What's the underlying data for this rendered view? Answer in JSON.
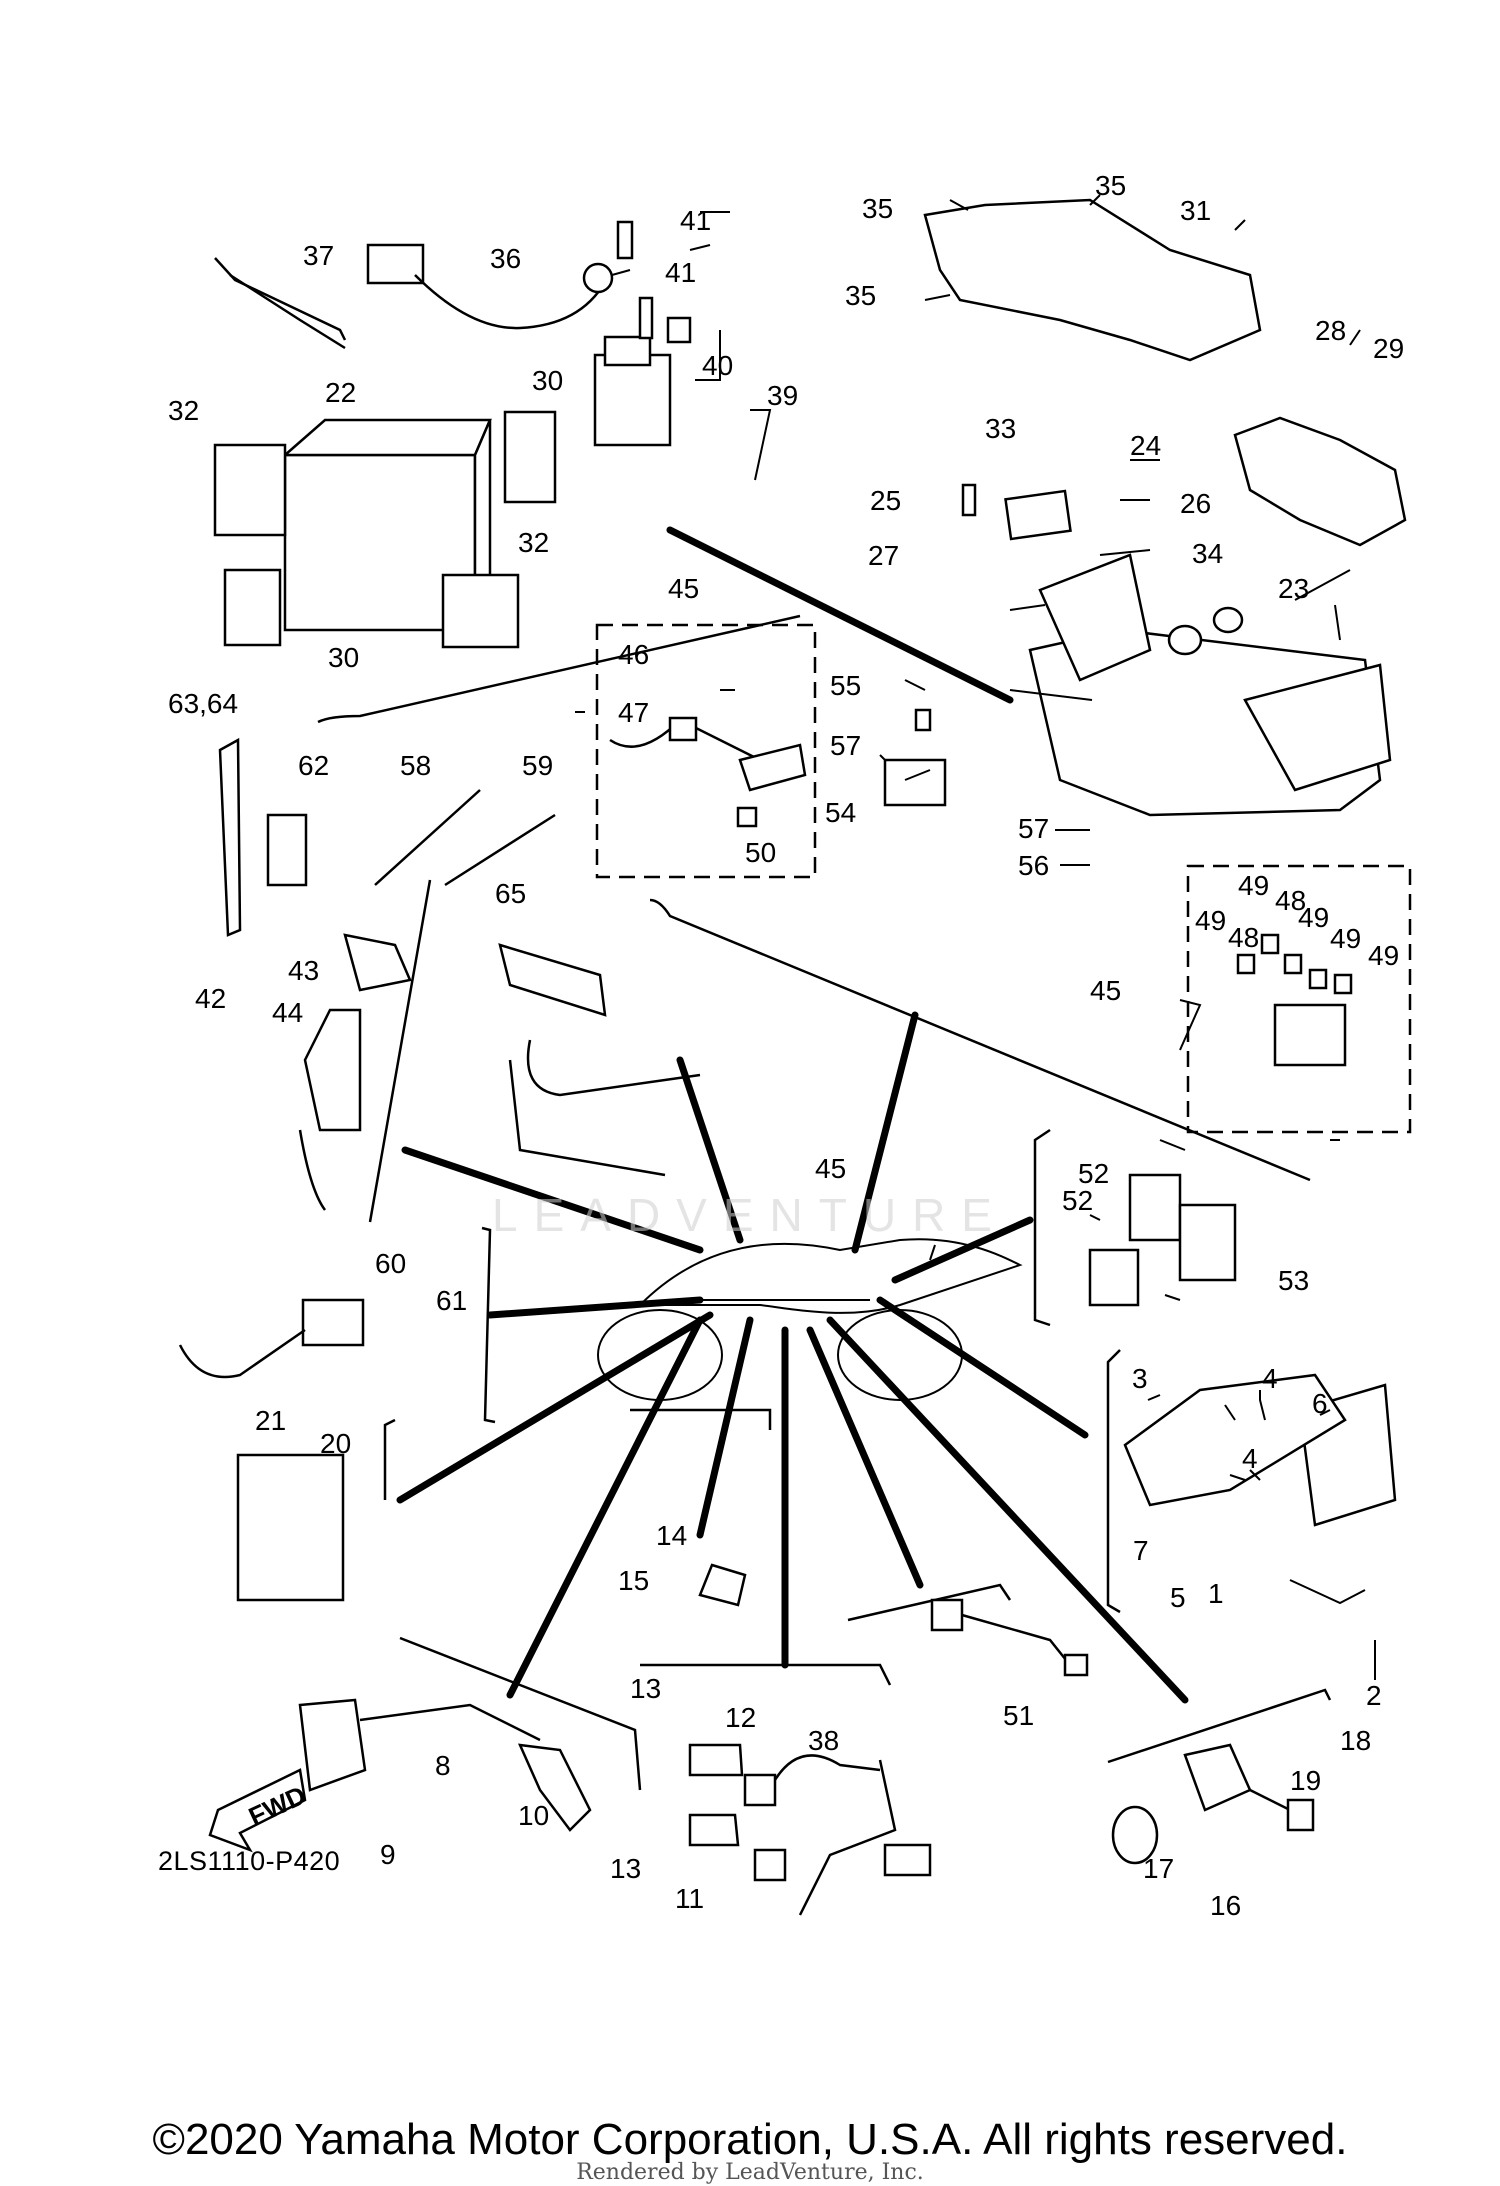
{
  "diagram_code": "2LS1110-P420",
  "copyright": "©2020 Yamaha Motor Corporation, U.S.A. All rights reserved.",
  "rendered_by": "Rendered by LeadVenture, Inc.",
  "watermark": "LEADVENTURE",
  "fwd_label": "FWD",
  "callouts": [
    "1",
    "2",
    "3",
    "4",
    "5",
    "6",
    "7",
    "8",
    "9",
    "10",
    "11",
    "12",
    "13",
    "14",
    "15",
    "16",
    "17",
    "18",
    "19",
    "20",
    "21",
    "22",
    "23",
    "24",
    "25",
    "26",
    "27",
    "28",
    "29",
    "30",
    "31",
    "32",
    "33",
    "34",
    "35",
    "36",
    "37",
    "38",
    "39",
    "40",
    "41",
    "42",
    "43",
    "44",
    "45",
    "46",
    "47",
    "48",
    "49",
    "50",
    "51",
    "52",
    "53",
    "54",
    "55",
    "56",
    "57",
    "58",
    "59",
    "60",
    "61",
    "62",
    "63,64",
    "65"
  ]
}
